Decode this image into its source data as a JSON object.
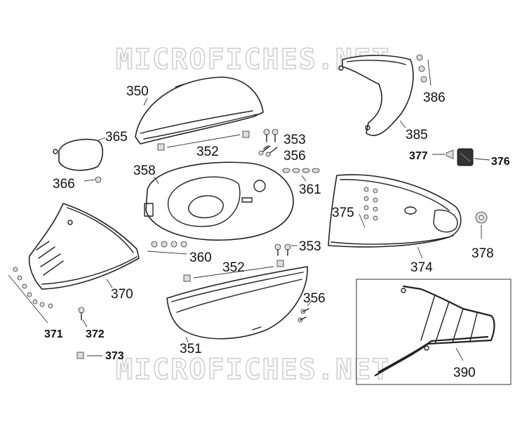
{
  "watermark": {
    "top": "MICROFICHES.NET",
    "bottom": "MICROFICHES.NET"
  },
  "labels": {
    "p350": "350",
    "p365": "365",
    "p352a": "352",
    "p353a": "353",
    "p356a": "356",
    "p366": "366",
    "p358": "358",
    "p361": "361",
    "p386": "386",
    "p385": "385",
    "p377": "377",
    "p376": "376",
    "p375": "375",
    "p378": "378",
    "p374": "374",
    "p353b": "353",
    "p360": "360",
    "p352b": "352",
    "p370": "370",
    "p356b": "356",
    "p371": "371",
    "p372": "372",
    "p351": "351",
    "p373": "373",
    "p390": "390"
  }
}
